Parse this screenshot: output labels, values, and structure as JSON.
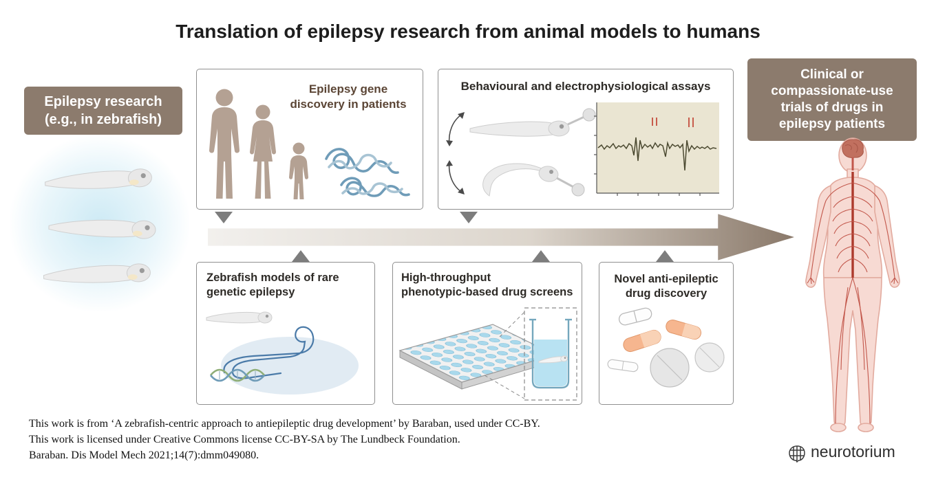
{
  "title": "Translation of epilepsy research from animal models to humans",
  "left_panel": {
    "label": "Epilepsy research\n(e.g., in zebrafish)"
  },
  "top_boxes": {
    "gene_discovery": {
      "title": "Epilepsy gene\ndiscovery in patients"
    },
    "assays": {
      "title": "Behavioural and electrophysiological assays"
    }
  },
  "right_panel": {
    "label": "Clinical or\ncompassionate-use\ntrials of drugs in\nepilepsy patients"
  },
  "bottom_boxes": {
    "zebrafish_models": {
      "title": "Zebrafish models of rare\ngenetic epilepsy"
    },
    "drug_screens": {
      "title": "High-throughput\nphenotypic-based drug screens"
    },
    "drug_discovery": {
      "title": "Novel anti-epileptic\ndrug discovery"
    }
  },
  "attribution": {
    "line1": "This work is from ‘A zebrafish-centric approach to antiepileptic drug development’ by Baraban, used under CC-BY.",
    "line2": "This work is licensed under Creative Commons license CC-BY-SA by The Lundbeck Foundation.",
    "line3": "Baraban. Dis Model Mech 2021;14(7):dmm049080."
  },
  "logo": {
    "text": "neurotorium"
  },
  "colors": {
    "panel_brown": "#8c7b6d",
    "arrow_gradient_start": "#f2f0ed",
    "arrow_gradient_end": "#8a796a",
    "connector_gray": "#7d7d7d",
    "box_border": "#8f8f8f",
    "eeg_background": "#eae5d2",
    "eeg_trace": "#4b4930",
    "silhouette_taupe": "#b4a193",
    "dna_blue": "#6f9cb8",
    "body_pink": "#f7dad3",
    "nerve_red": "#c2574b",
    "well_blue": "#a9d9ec",
    "capsule_orange": "#f6b68f"
  },
  "icons": {
    "zebrafish-larva-icon": "larval zebrafish shape",
    "patients-silhouettes-icon": "man, woman and child silhouettes",
    "dna-tangle-icon": "tangled gene strands",
    "motion-arrows-icon": "curved double-headed behaviour arrows",
    "fish-electrode-icon": "larvae with recording pipettes",
    "eeg-trace-chart": "electrophysiology trace panel",
    "brain-circuit-icon": "brain outline with DNA strand",
    "well-plate-icon": "96-well screening plate",
    "beaker-icon": "beaker with larva",
    "pills-icon": "capsules and tablets",
    "human-body-nervous-system-icon": "human figure with nervous system",
    "neurotorium-logo-icon": "brain grid logo"
  }
}
